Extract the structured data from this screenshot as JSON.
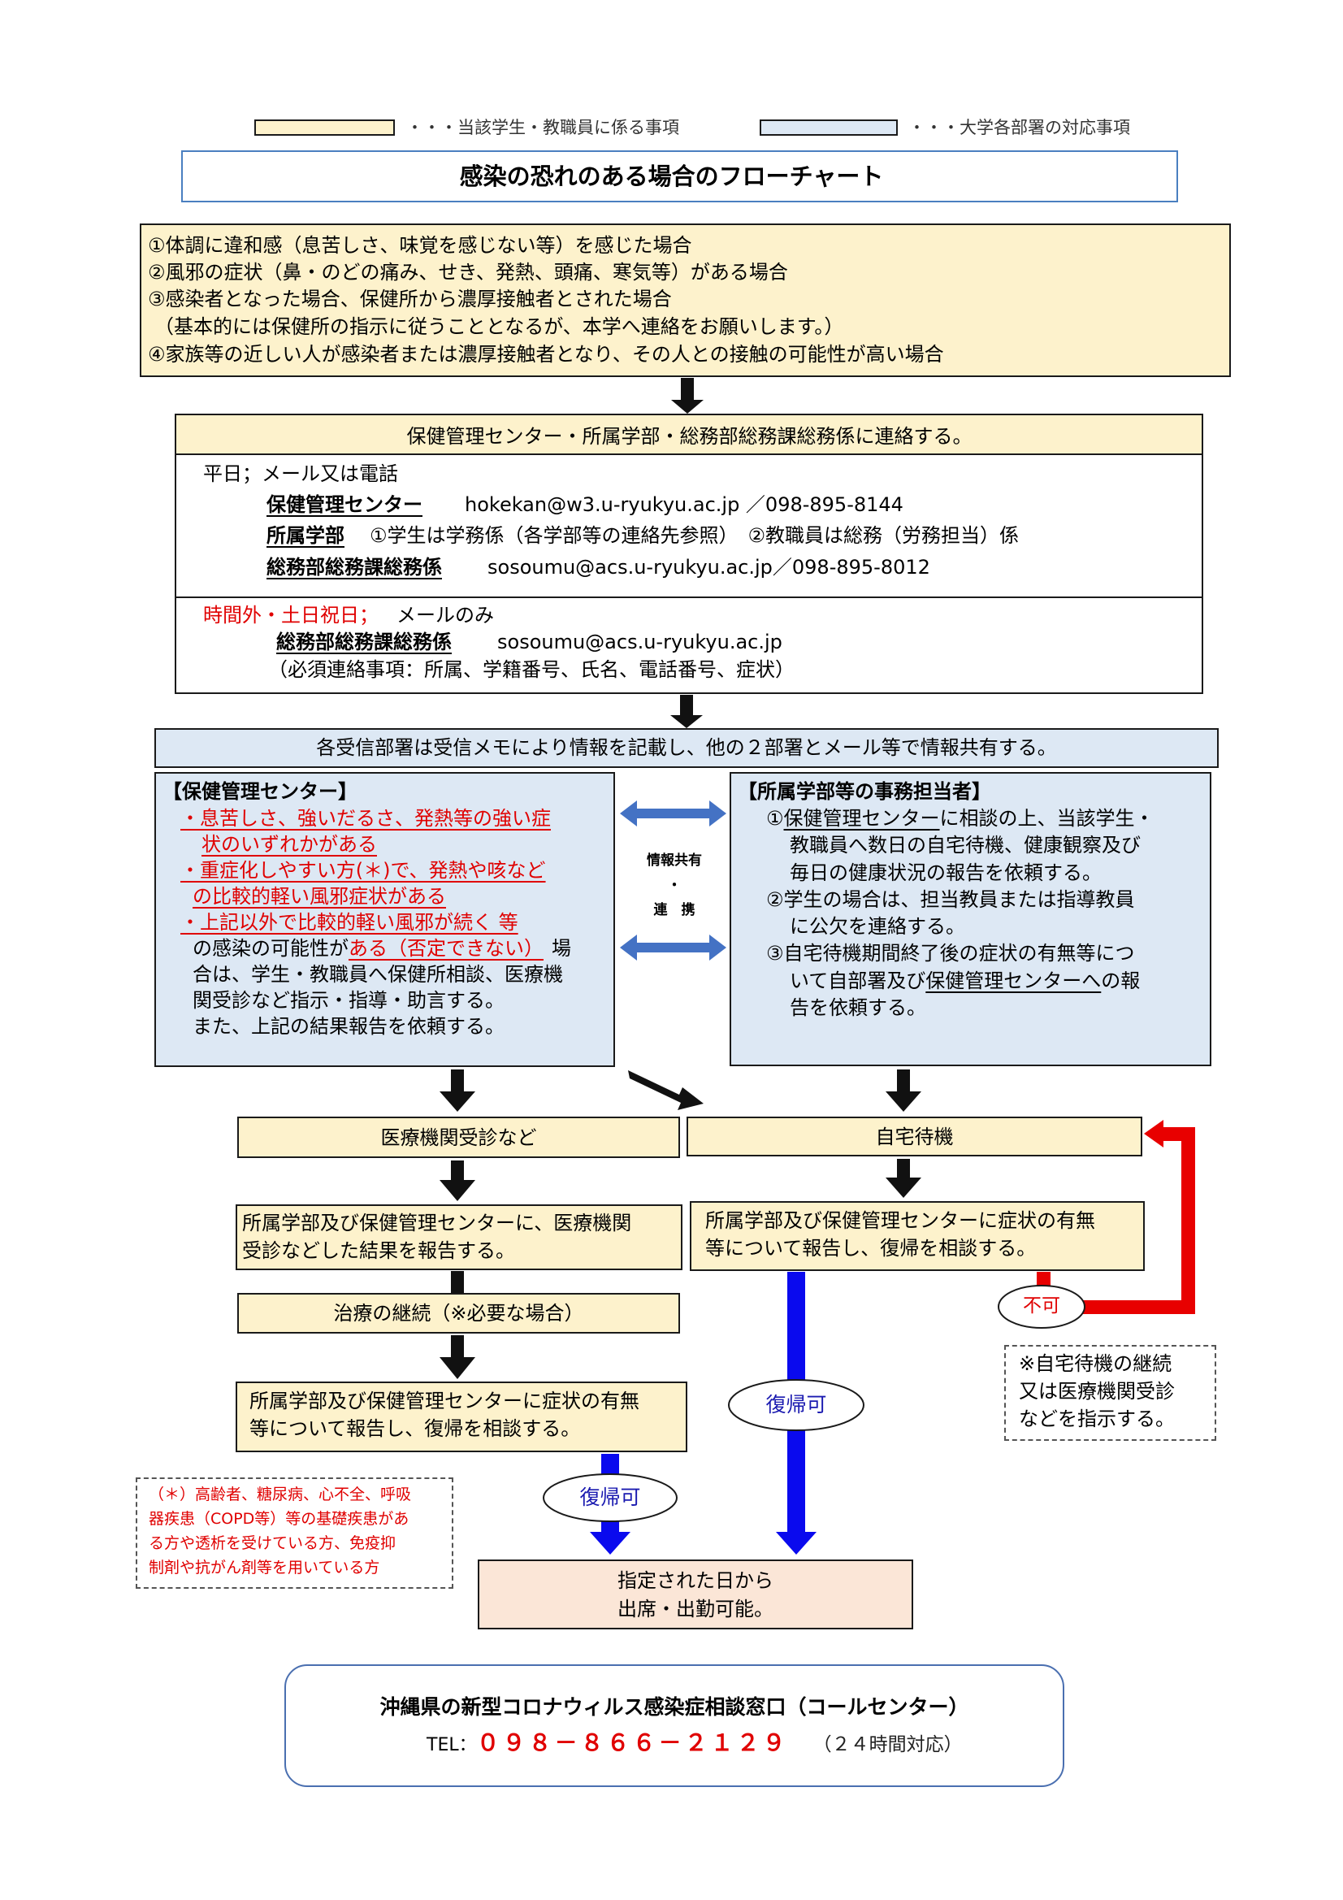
{
  "legend": {
    "item1": "・・・当該学生・教職員に係る事項",
    "item2": "・・・大学各部署の対応事項",
    "colors": {
      "cream": "#fdf2cc",
      "blue": "#dde8f4"
    }
  },
  "title": "感染の恐れのある場合のフローチャート",
  "conditions": [
    "①体調に違和感（息苦しさ、味覚を感じない等）を感じた場合",
    "②風邪の症状（鼻・のどの痛み、せき、発熱、頭痛、寒気等）がある場合",
    "③感染者となった場合、保健所から濃厚接触者とされた場合",
    "（基本的には保健所の指示に従うこととなるが、本学へ連絡をお願いします。）",
    "④家族等の近しい人が感染者または濃厚接触者となり、その人との接触の可能性が高い場合"
  ],
  "contact": {
    "header": "保健管理センター・所属学部・総務部総務課総務係に連絡する。",
    "weekday_label": "平日；メール又は電話",
    "health_center_label": "保健管理センター",
    "health_center_contact": "hokekan@w3.u-ryukyu.ac.jp ／098-895-8144",
    "faculty_label": "所属学部",
    "faculty_contact": "①学生は学務係（各学部等の連絡先参照）　②教職員は総務（労務担当）係",
    "general_affairs_label": "総務部総務課総務係",
    "general_affairs_contact": "sosoumu@acs.u-ryukyu.ac.jp／098-895-8012",
    "offhours_label": "時間外・土日祝日；",
    "offhours_method": "メールのみ",
    "offhours_dept": "総務部総務課総務係",
    "offhours_email": "sosoumu@acs.u-ryukyu.ac.jp",
    "required_items": "（必須連絡事項：所属、学籍番号、氏名、電話番号、症状）"
  },
  "share": "各受信部署は受信メモにより情報を記載し、他の２部署とメール等で情報共有する。",
  "health_center_box": {
    "title": "【保健管理センター】",
    "red_lines": [
      "・息苦しさ、強いだるさ、発熱等の強い症",
      "状のいずれかがある",
      "・重症化しやすい方(＊)で、発熱や咳など",
      "の比較的軽い風邪症状がある",
      "・上記以外で比較的軽い風邪が続く 等"
    ],
    "line_prefix": "の感染の可能性が",
    "line_red": "ある（否定できない）",
    "line_suffix": "場",
    "black_lines": [
      "合は、学生・教職員へ保健所相談、医療機",
      "関受診など指示・指導・助言する。",
      "また、上記の結果報告を依頼する。"
    ]
  },
  "link_label": {
    "top": "情報共有",
    "dot": "・",
    "bottom": "連　携"
  },
  "faculty_box": {
    "title": "【所属学部等の事務担当者】",
    "l1_pre": "①",
    "l1_u": "保健管理センター",
    "l1_post": "に相談の上、当該学生・",
    "l2": "教職員へ数日の自宅待機、健康観察及び",
    "l3": "毎日の健康状況の報告を依頼する。",
    "l4": "②学生の場合は、担当教員または指導教員",
    "l5": "に公欠を連絡する。",
    "l6": "③自宅待機期間終了後の症状の有無等につ",
    "l7_pre": "いて自部署及び",
    "l7_u": "保健管理センターへ",
    "l7_post": "の報",
    "l8": "告を依頼する。"
  },
  "medical": "医療機関受診など",
  "home": "自宅待機",
  "report_medical": [
    "所属学部及び保健管理センターに、医療機関",
    "受診などした結果を報告する。"
  ],
  "report_home": [
    "所属学部及び保健管理センターに症状の有無",
    "等について報告し、復帰を相談する。"
  ],
  "treatment": "治療の継続（※必要な場合）",
  "report_after": [
    "所属学部及び保健管理センターに症状の有無",
    "等について報告し、復帰を相談する。"
  ],
  "return_ok": "復帰可",
  "not_ok": "不可",
  "not_ok_note": [
    "※自宅待機の継続",
    "又は医療機関受診",
    "などを指示する。"
  ],
  "footnote": [
    "（＊）高齢者、糖尿病、心不全、呼吸",
    "器疾患（COPD等）等の基礎疾患があ",
    "る方や透析を受けている方、免疫抑",
    "制剤や抗がん剤等を用いている方"
  ],
  "final": [
    "指定された日から",
    "出席・出勤可能。"
  ],
  "callcenter": {
    "title": "沖縄県の新型コロナウィルス感染症相談窓口（コールセンター）",
    "tel_label": "TEL：",
    "tel": "０９８－８６６－２１２９",
    "hours": "（２４時間対応）"
  }
}
